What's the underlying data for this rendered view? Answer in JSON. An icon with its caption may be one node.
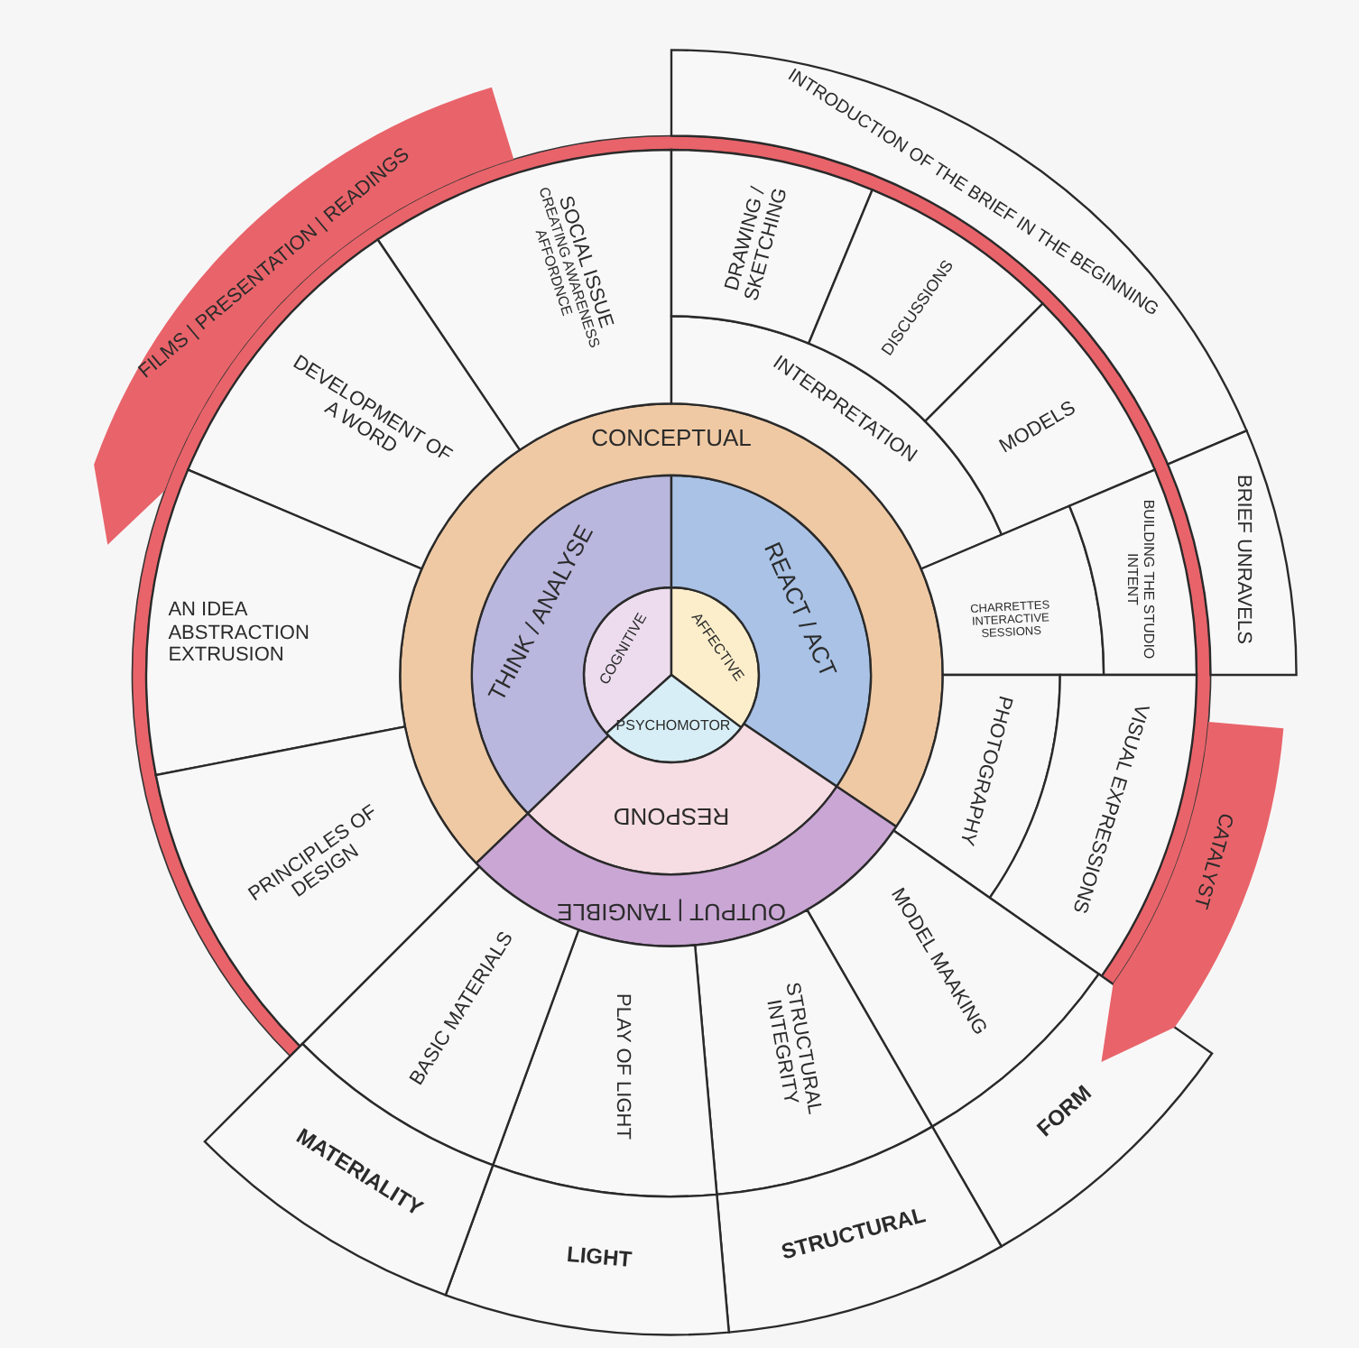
{
  "diagram": {
    "nodes": [
      {
        "text": [
          "COGNITIVE"
        ]
      },
      {
        "text": [
          "AFFECTIVE"
        ]
      },
      {
        "text": [
          "PSYCHOMOTOR"
        ]
      },
      {
        "text": [
          "THINK / ANALYSE"
        ]
      },
      {
        "text": [
          "REACT / ACT"
        ]
      },
      {
        "text": [
          "RESPOND"
        ]
      },
      {
        "text": [
          "CONCEPTUAL"
        ]
      },
      {
        "text": [
          "OUTPUT | TANGIBLE"
        ]
      },
      {
        "text": [
          "SOCIAL ISSUE",
          "CREATING AWARENESS AFFORDNCE"
        ]
      },
      {
        "text": [
          "DEVELOPMENT OF A WORD"
        ]
      },
      {
        "text": [
          "AN IDEA ABSTRACTION EXTRUSION"
        ]
      },
      {
        "text": [
          "PRINCIPLES OF DESIGN"
        ]
      },
      {
        "text": [
          "INTERPRETATION"
        ]
      },
      {
        "text": [
          "DRAWING / SKETCHING"
        ]
      },
      {
        "text": [
          "DISCUSSIONS"
        ]
      },
      {
        "text": [
          "MODELS"
        ]
      },
      {
        "text": [
          "INTRODUCTION OF THE BRIEF IN THE BEGINNING"
        ]
      },
      {
        "text": [
          "CHARRETTES INTERACTIVE SESSIONS"
        ]
      },
      {
        "text": [
          "BUILDING THE STUDIO INTENT"
        ]
      },
      {
        "text": [
          "BRIEF UNRAVELS"
        ]
      },
      {
        "text": [
          "PHOTOGRAPHY"
        ]
      },
      {
        "text": [
          "VISUAL EXPRESSIONS"
        ]
      },
      {
        "text": [
          "MODEL MAAKING"
        ]
      },
      {
        "text": [
          "STRUCTURAL INTEGRITY"
        ]
      },
      {
        "text": [
          "PLAY OF LIGHT"
        ]
      },
      {
        "text": [
          "BASIC MATERIALS"
        ]
      },
      {
        "text": [
          "FORM"
        ]
      },
      {
        "text": [
          "STRUCTURAL"
        ]
      },
      {
        "text": [
          "LIGHT"
        ]
      },
      {
        "text": [
          "MATERIALITY"
        ]
      },
      {
        "text": [
          "FILMS | PRESENTATION | READINGS"
        ]
      },
      {
        "text": [
          "CATALYST"
        ]
      }
    ]
  }
}
